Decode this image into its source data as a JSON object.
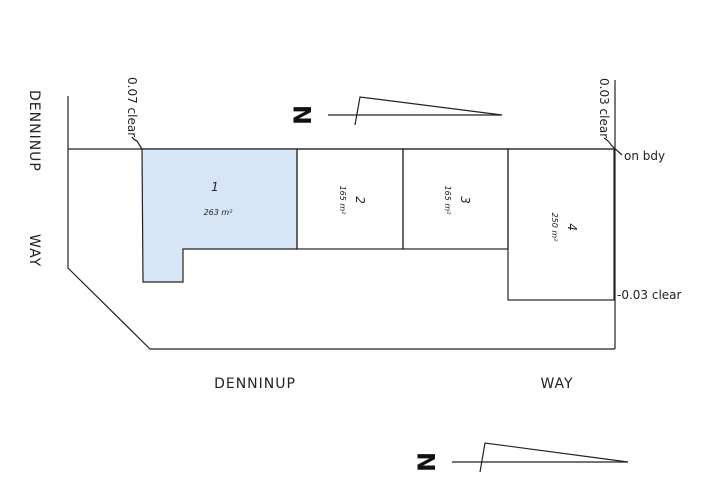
{
  "colors": {
    "highlight_lot": "#d6e6f7",
    "line": "#222222"
  },
  "roads": {
    "left_name": "DENNINUP",
    "left_type": "WAY",
    "bottom_name": "DENNINUP",
    "bottom_type": "WAY"
  },
  "annotations": {
    "top_left_clear": "0.07 clear",
    "top_right_clear": "0.03 clear",
    "on_boundary": "on bdy",
    "right_clear": "-0.03 clear"
  },
  "north_arrow": {
    "label": "N",
    "icon": "north-arrow-icon"
  },
  "lots": [
    {
      "number": "1",
      "area": "263 m²",
      "highlighted": true
    },
    {
      "number": "2",
      "area": "165 m²",
      "highlighted": false
    },
    {
      "number": "3",
      "area": "165 m²",
      "highlighted": false
    },
    {
      "number": "4",
      "area": "250 m²",
      "highlighted": false
    }
  ]
}
